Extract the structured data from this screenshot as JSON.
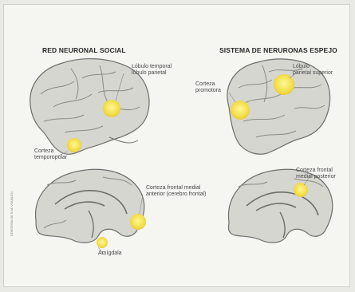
{
  "titles": {
    "left": "RED NEURONAL SOCIAL",
    "right": "SISTEMA DE NERURONAS ESPEJO"
  },
  "labels": {
    "lobulo_temporal_parietal": "Lóbulo temporal\nlóbulo parietal",
    "corteza_temporopolar": "Corteza\ntemporopolar",
    "corteza_frontal_medial_anterior": "Corteza frontal medial\nanterior (cerebro frontal)",
    "amigdala": "Amígdala",
    "corteza_premotora": "Corteza\npromotora",
    "lobulo_parietal_superior": "Lóbulo\nparietal superior",
    "corteza_frontal_medial_posterior": "Corteza frontal\nmedial posterior"
  },
  "credit": "CORTESÍA DE S.M. VOLBLEN",
  "colors": {
    "highlight": "#f3e04a",
    "brain_fill": "#d9d9d4",
    "brain_stroke": "#6e6e6a"
  }
}
